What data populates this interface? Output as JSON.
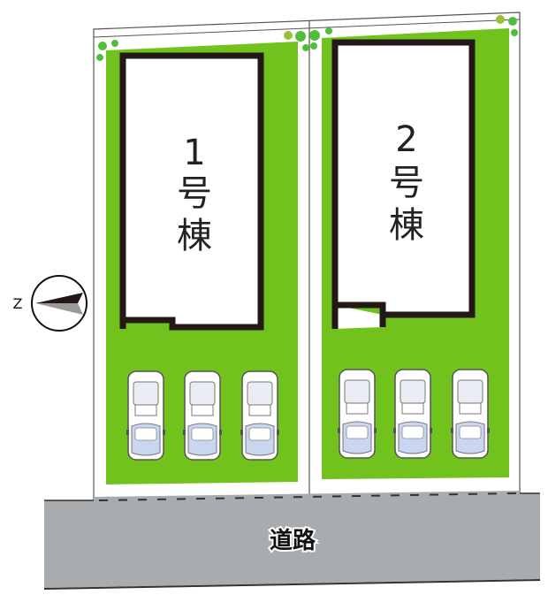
{
  "lots": [
    {
      "id": "lot-1",
      "building_label": [
        "1",
        "号",
        "棟"
      ],
      "parking_spaces": 3
    },
    {
      "id": "lot-2",
      "building_label": [
        "2",
        "号",
        "棟"
      ],
      "parking_spaces": 3
    }
  ],
  "road": {
    "label": "道路"
  },
  "compass": {
    "label": "N",
    "icon": "north-arrow-icon"
  },
  "colors": {
    "lawn": "#72c21e",
    "road": "#a9acae",
    "wall": "#231815",
    "car_glass": "#c9d6f2"
  }
}
